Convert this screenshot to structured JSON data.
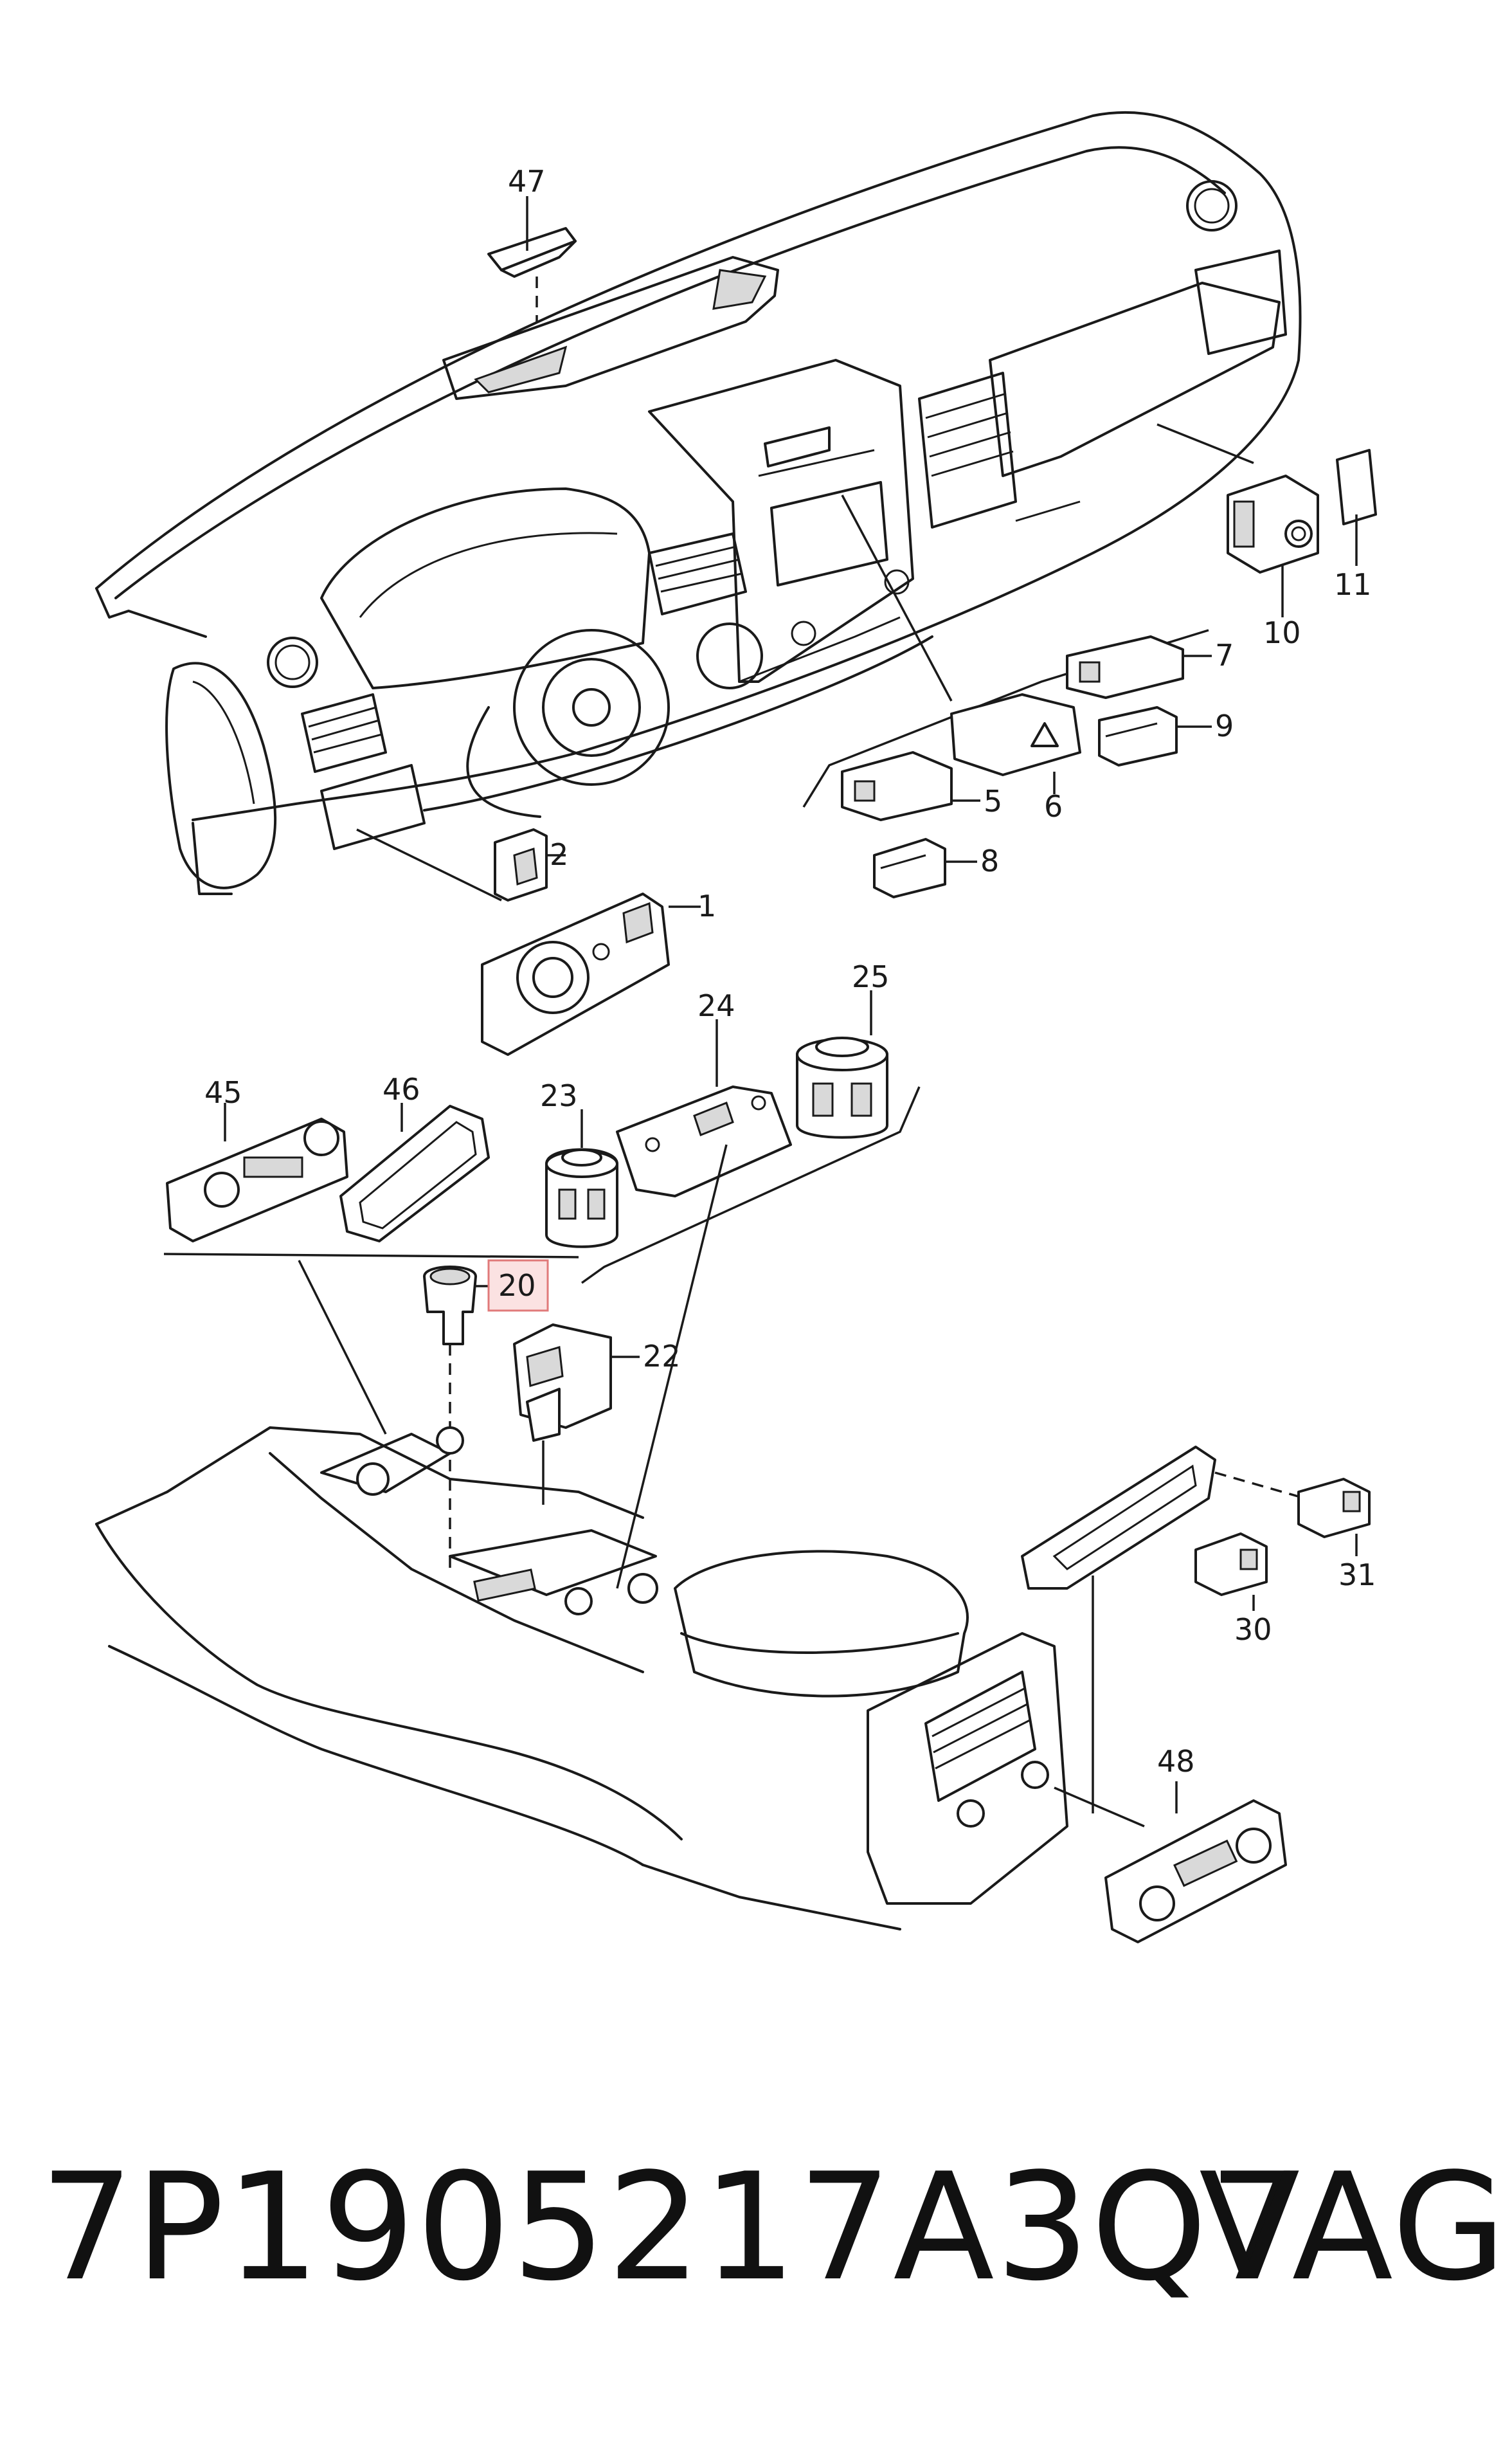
{
  "callouts": {
    "c1": "1",
    "c2": "2",
    "c5": "5",
    "c6": "6",
    "c7": "7",
    "c8": "8",
    "c9": "9",
    "c10": "10",
    "c11": "11",
    "c20": "20",
    "c22": "22",
    "c23": "23",
    "c24": "24",
    "c25": "25",
    "c30": "30",
    "c31": "31",
    "c45": "45",
    "c46": "46",
    "c47": "47",
    "c48": "48"
  },
  "highlight_callout": "20",
  "footer": {
    "part_number": "7P1905217A3Q7",
    "brand": "VAG"
  }
}
